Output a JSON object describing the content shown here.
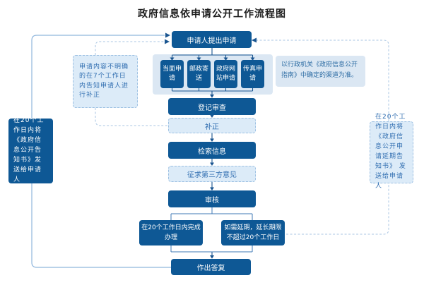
{
  "title": "政府信息依申请公开工作流程图",
  "flow": {
    "apply": "申请人提出申请",
    "channels": [
      "当面申请",
      "邮政寄送",
      "政府网站申请",
      "传真申请"
    ],
    "channel_note": "以行政机关《政府信息公开指南》中确定的渠道为准。",
    "supplement_note": "申请内容不明确的在7个工作日内告知申请人进行补正",
    "register_review": "登记审查",
    "supplement": "补正",
    "retrieve": "检索信息",
    "third_party": "征求第三方意见",
    "review": "审核",
    "complete_in_time": "在20个工作日内完成办理",
    "extension": "如需延期，延长期限不超过20个工作日",
    "reply": "作出答复",
    "notice_left": "在20个工作日内将《政府信息公开告知书》发送给申请人",
    "notice_right": "在20个工作日内将《政府信息公开申请延期告知书》 发送给申请人"
  },
  "colors": {
    "box_dark": "#0e5895",
    "panel_light": "#dbe7f3",
    "dashed_fill": "#dcebf8",
    "dashed_border": "#9cc0e2",
    "light_box_text": "#2f6db0",
    "connector_dark": "#1a5590",
    "connector_medium": "#3f78b5",
    "connector_light": "#8fb6dc",
    "connector_dashed": "#aac6e3"
  }
}
